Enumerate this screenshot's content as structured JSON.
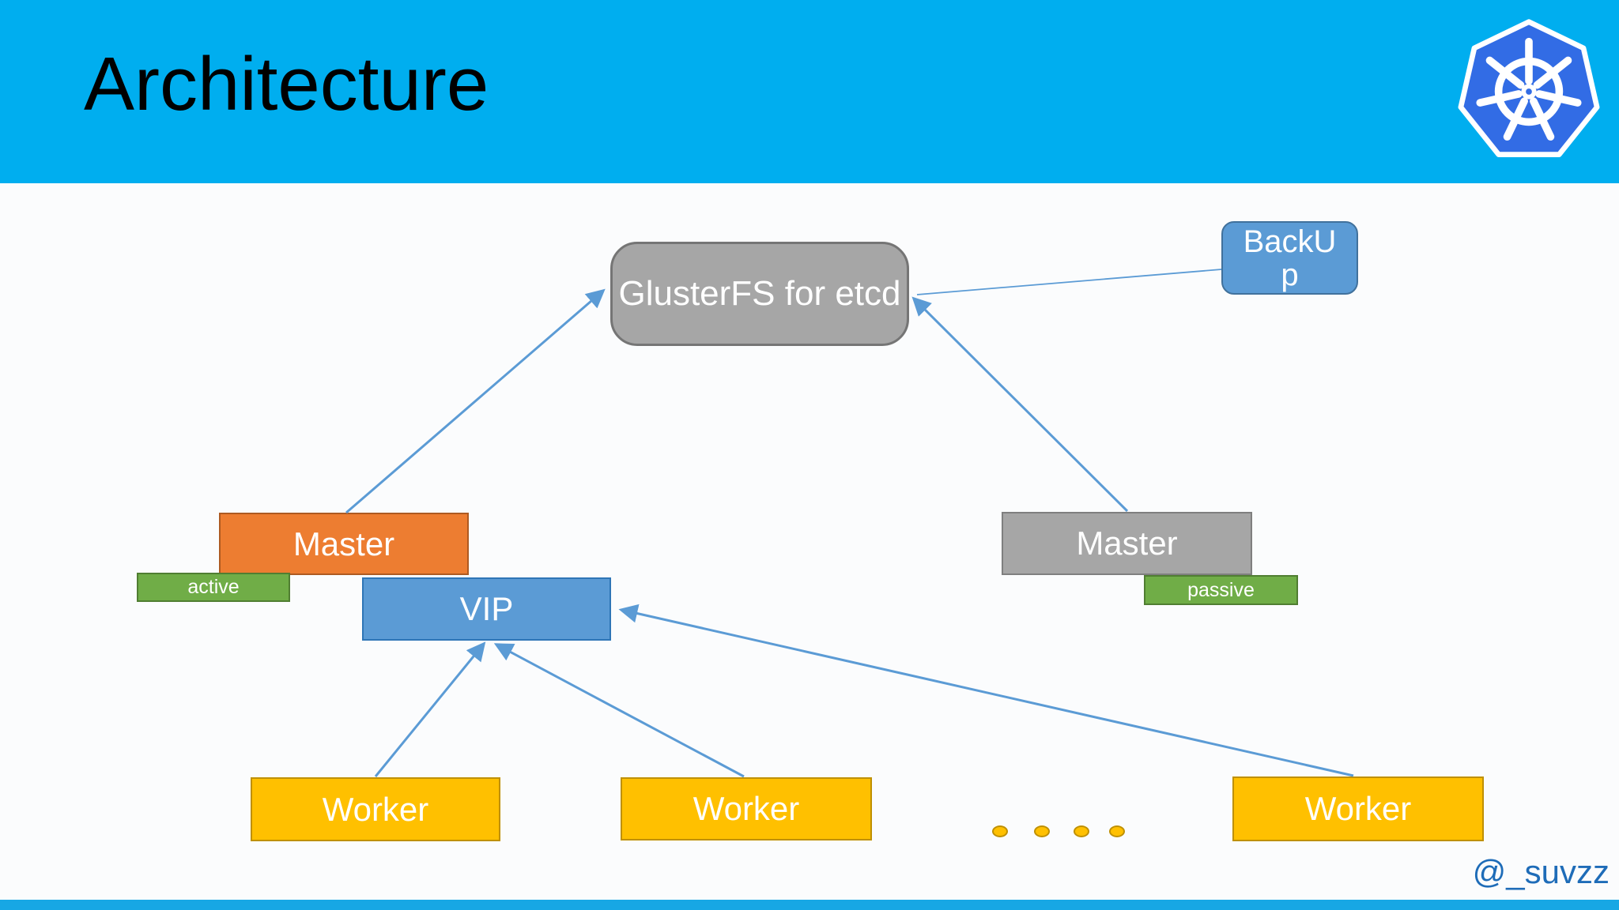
{
  "header": {
    "title": "Architecture",
    "background_color": "#00AEEF",
    "logo": "kubernetes-logo",
    "logo_color": "#326CE5"
  },
  "diagram": {
    "glusterfs": {
      "label": "GlusterFS for etcd",
      "fill": "#A6A6A6",
      "border": "#757575"
    },
    "backup": {
      "label": "BackUp",
      "fill": "#5B9BD5",
      "border": "#41719C"
    },
    "master_active": {
      "label": "Master",
      "fill": "#ED7D31",
      "border": "#AE5A21"
    },
    "active_tag": {
      "label": "active",
      "fill": "#70AD47",
      "border": "#507E32"
    },
    "vip": {
      "label": "VIP",
      "fill": "#5B9BD5",
      "border": "#2E75B6"
    },
    "master_passive": {
      "label": "Master",
      "fill": "#A6A6A6",
      "border": "#7F7F7F"
    },
    "passive_tag": {
      "label": "passive",
      "fill": "#70AD47",
      "border": "#507E32"
    },
    "workers": [
      {
        "label": "Worker"
      },
      {
        "label": "Worker"
      },
      {
        "label": "Worker"
      }
    ],
    "worker_fill": "#FFC000",
    "worker_border": "#BF9000",
    "connector_color": "#5B9BD5",
    "ellipsis_dot_count": 4
  },
  "footer": {
    "handle": "@_suvzz",
    "handle_color": "#1E6CB8",
    "bar_color": "#17A7E4"
  }
}
